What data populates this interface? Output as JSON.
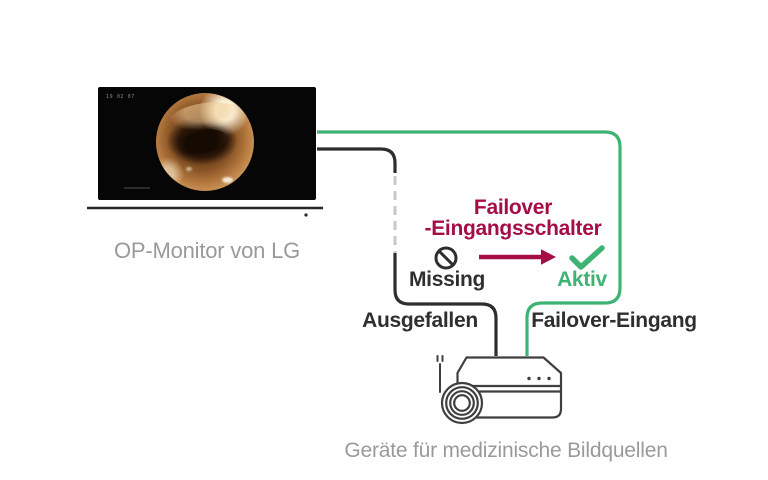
{
  "diagram_title_context": "LG surgical monitor failover input switch diagram",
  "colors": {
    "accent_green": "#3eb374",
    "accent_crimson": "#a50d45",
    "line_dark": "#2e2e2e",
    "line_dashed_gray": "#c8c8c8",
    "caption_gray": "#9a9a9a",
    "device_outline": "#3f3f3f",
    "screen_black": "#060606"
  },
  "monitor": {
    "caption": "OP-Monitor von LG",
    "screen_osd": "19 02 07"
  },
  "switcher": {
    "title_line1": "Failover",
    "title_line2": "-Eingangsschalter",
    "missing_label": "Missing",
    "active_label": "Aktiv"
  },
  "connections": {
    "failed_input_label": "Ausgefallen",
    "failover_input_label": "Failover-Eingang"
  },
  "source_device": {
    "caption": "Geräte für medizinische Bildquellen"
  },
  "icons": {
    "no_entry": "no-entry-icon",
    "arrow_right": "arrow-right-icon",
    "checkmark": "checkmark-icon"
  }
}
